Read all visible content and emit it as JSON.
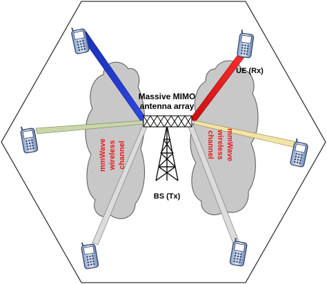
{
  "labels": {
    "array_line1": "Massive MIMO",
    "array_line2": "antenna array",
    "bs": "BS (Tx)",
    "ue": "UE (Rx)"
  },
  "left_cloud_text": [
    "mmWave",
    "wireless",
    "channel"
  ],
  "right_cloud_text": [
    "mmWave",
    "wireless",
    "channel"
  ],
  "colors": {
    "cloud_fill": "#c8c8c8",
    "cloud_stroke": "#555555",
    "hexagon_stroke": "#333333",
    "beam_blue": "#1f35c9",
    "beam_red": "#e81c1c",
    "beam_green": "#c9d6a8",
    "beam_yellow": "#f2e3a6",
    "beam_gray": "#dcdcdc",
    "channel_text": "#e8191e"
  },
  "icons": [
    "hexagon-cell",
    "antenna-array-icon",
    "base-station-tower-icon",
    "mobile-phone-icon"
  ]
}
